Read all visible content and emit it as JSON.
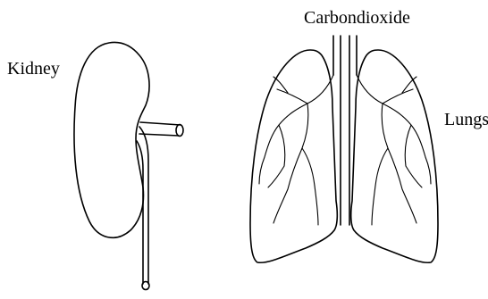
{
  "labels": {
    "kidney": "Kidney",
    "carbon_dioxide": "Carbondioxide",
    "lungs": "Lungs"
  },
  "colors": {
    "line": "#000000",
    "background": "#ffffff"
  }
}
